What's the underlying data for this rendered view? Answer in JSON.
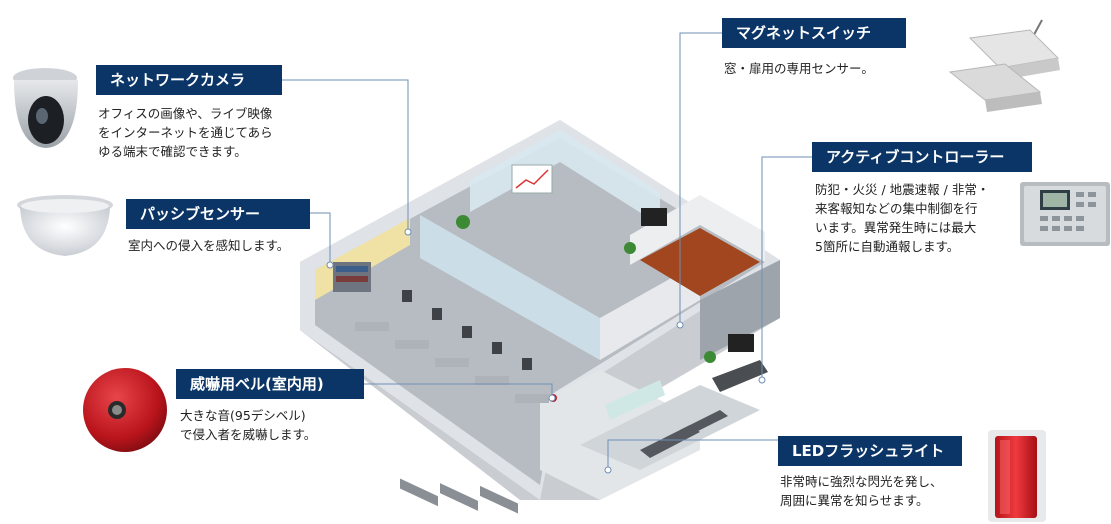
{
  "devices": {
    "camera": {
      "title": "ネットワークカメラ",
      "desc": "オフィスの画像や、ライブ映像\nをインターネットを通じてあら\nゆる端末で確認できます。"
    },
    "passive": {
      "title": "パッシブセンサー",
      "desc": "室内への侵入を感知します。"
    },
    "bell": {
      "title": "威嚇用ベル(室内用)",
      "desc": "大きな音(95デシベル)\nで侵入者を威嚇します。"
    },
    "magnet": {
      "title": "マグネットスイッチ",
      "desc": "窓・扉用の専用センサー。"
    },
    "controller": {
      "title": "アクティブコントローラー",
      "desc": "防犯・火災 / 地震速報 / 非常・\n来客報知などの集中制御を行\nいます。異常発生時には最大\n5箇所に自動通報します。"
    },
    "led": {
      "title": "LEDフラッシュライト",
      "desc": "非常時に強烈な閃光を発し、\n周囲に異常を知らせます。"
    }
  },
  "colors": {
    "label_bg": "#0a3566",
    "leader": "#6d8fb5",
    "bell_red": "#c8161d",
    "led_red": "#d81e22"
  }
}
